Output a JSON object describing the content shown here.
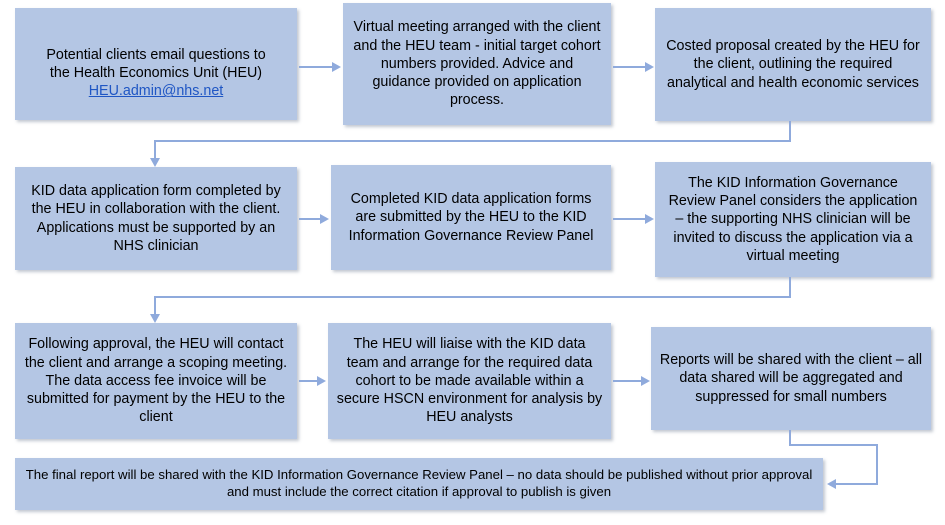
{
  "diagram": {
    "title": "HEU / KID data access process flowchart",
    "colors": {
      "node_fill": "#b4c6e4",
      "connector": "#8faadc",
      "text": "#000000",
      "link": "#1f56c4",
      "background": "#ffffff"
    },
    "nodes": [
      {
        "id": "node-1",
        "name": "potential-clients-email",
        "text_before_link": "Potential clients email questions to\nthe Health Economics Unit (HEU)\n",
        "link_text": "HEU.admin@nhs.net"
      },
      {
        "id": "node-2",
        "name": "virtual-meeting-arranged",
        "text": "Virtual meeting arranged with the client and the HEU team  - initial target cohort numbers provided. Advice and guidance provided on application process."
      },
      {
        "id": "node-3",
        "name": "costed-proposal-created",
        "text": "Costed proposal created by the HEU for the client, outlining the required analytical and health economic services"
      },
      {
        "id": "node-4",
        "name": "kid-data-application-form",
        "text": "KID data application form completed by the HEU in collaboration with the client. Applications must be supported by an NHS clinician"
      },
      {
        "id": "node-5",
        "name": "forms-submitted-to-panel",
        "text": "Completed KID data application forms are submitted by the HEU to the KID Information Governance Review Panel"
      },
      {
        "id": "node-6",
        "name": "panel-considers-application",
        "text": "The KID Information Governance Review Panel considers the application – the supporting NHS clinician will be invited to discuss the application via a virtual meeting"
      },
      {
        "id": "node-7",
        "name": "scoping-meeting-and-invoice",
        "text": "Following approval, the HEU will contact the client and arrange a scoping meeting. The data access fee invoice will be submitted for payment by the HEU to the client"
      },
      {
        "id": "node-8",
        "name": "heu-liaise-with-kid-data-team",
        "text": "The HEU will liaise with the KID data team and arrange for the required data cohort to be made available within a secure HSCN environment for analysis by HEU analysts"
      },
      {
        "id": "node-9",
        "name": "reports-shared-with-client",
        "text": "Reports will be shared with the client – all data shared will be aggregated and suppressed for small numbers"
      },
      {
        "id": "node-10",
        "name": "final-report-shared-with-panel",
        "text": "The final report will be shared with the KID Information Governance Review Panel – no data should be published without prior approval and must include the correct citation if approval to publish is given"
      }
    ],
    "connectors": [
      {
        "name": "arrow-node1-to-node2",
        "type": "straight-right"
      },
      {
        "name": "arrow-node2-to-node3",
        "type": "straight-right"
      },
      {
        "name": "arrow-node3-to-node4",
        "type": "wrap-down-left"
      },
      {
        "name": "arrow-node4-to-node5",
        "type": "straight-right"
      },
      {
        "name": "arrow-node5-to-node6",
        "type": "straight-right"
      },
      {
        "name": "arrow-node6-to-node7",
        "type": "wrap-down-left"
      },
      {
        "name": "arrow-node7-to-node8",
        "type": "straight-right"
      },
      {
        "name": "arrow-node8-to-node9",
        "type": "straight-right"
      },
      {
        "name": "arrow-node9-to-node10",
        "type": "wrap-down-left-into-right-edge"
      }
    ]
  }
}
